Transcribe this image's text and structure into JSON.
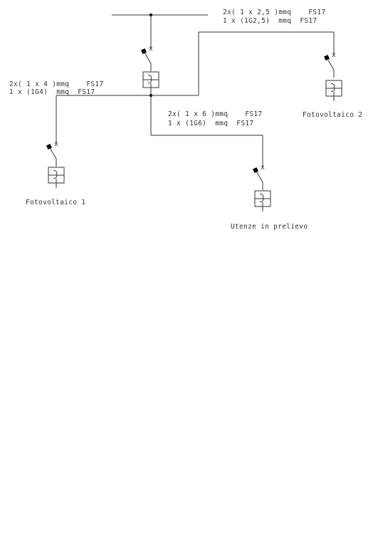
{
  "cables": {
    "top_right": {
      "line1": "2x( 1 x 2,5 )mmq    FS17",
      "line2": "1 x (1G2,5)  mmq  FS17"
    },
    "left": {
      "line1": "2x( 1 x 4 )mmq    FS17",
      "line2": "1 x (1G4)  mmq  FS17"
    },
    "middle": {
      "line1": "2x( 1 x 6 )mmq    FS17",
      "line2": "1 x (1G6)  mmq  FS17"
    }
  },
  "loads": {
    "pv1": "Fotovoltaico 1",
    "pv2": "Fotovoltaico 2",
    "utenze": "Utenze in prelievo"
  },
  "breaker_mark": "x"
}
